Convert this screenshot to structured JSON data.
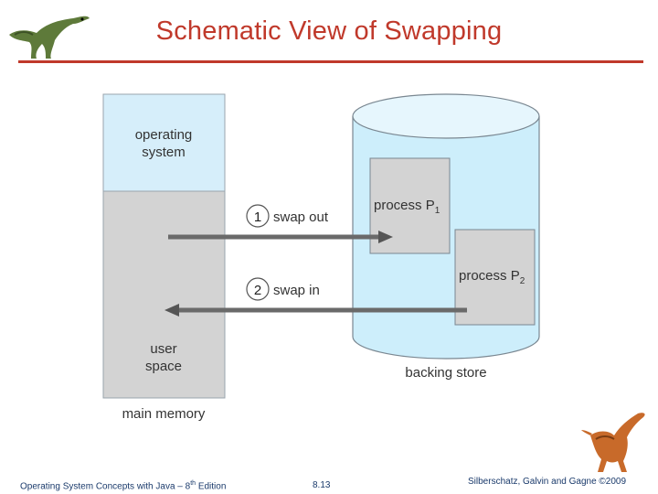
{
  "slide": {
    "title": "Schematic View of Swapping"
  },
  "diagram": {
    "os_label_line1": "operating",
    "os_label_line2": "system",
    "user_label_line1": "user",
    "user_label_line2": "space",
    "main_memory_label": "main memory",
    "backing_store_label": "backing store",
    "step1_number": "1",
    "step1_label": "swap out",
    "step2_number": "2",
    "step2_label": "swap in",
    "process1_label": "process P",
    "process1_sub": "1",
    "process2_label": "process P",
    "process2_sub": "2"
  },
  "footer": {
    "left_prefix": "Operating System Concepts  with Java – 8",
    "left_sup": "th",
    "left_suffix": " Edition",
    "page": "8.13",
    "right": "Silberschatz, Galvin and Gagne ©2009"
  },
  "colors": {
    "title": "#c0392b",
    "os_fill": "#d6eefa",
    "user_fill": "#d3d3d3",
    "cylinder_fill": "#cdeefb",
    "process_fill": "#d3d3d3",
    "footer_text": "#1a3a6b"
  }
}
